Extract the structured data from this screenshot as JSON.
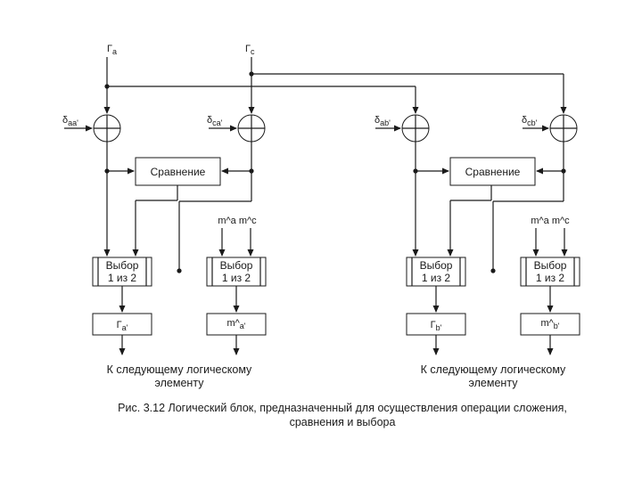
{
  "inputs": {
    "gamma_a": "Г",
    "gamma_a_sub": "a",
    "gamma_c": "Г",
    "gamma_c_sub": "c"
  },
  "left_block": {
    "delta1": "δ",
    "delta1_sub": "aa'",
    "delta2": "δ",
    "delta2_sub": "ca'",
    "compare_label": "Сравнение",
    "m_inputs": "m^a m^c",
    "select1_line1": "Выбор",
    "select1_line2": "1 из 2",
    "select2_line1": "Выбор",
    "select2_line2": "1 из 2",
    "out1": "Г",
    "out1_sub": "a'",
    "out2": "m^",
    "out2_sub": "a'",
    "next_line1": "К следующему логическому",
    "next_line2": "элементу"
  },
  "right_block": {
    "delta1": "δ",
    "delta1_sub": "ab'",
    "delta2": "δ",
    "delta2_sub": "cb'",
    "compare_label": "Сравнение",
    "m_inputs": "m^a m^c",
    "select1_line1": "Выбор",
    "select1_line2": "1 из 2",
    "select2_line1": "Выбор",
    "select2_line2": "1 из 2",
    "out1": "Г",
    "out1_sub": "b'",
    "out2": "m^",
    "out2_sub": "b'",
    "next_line1": "К следующему логическому",
    "next_line2": "элементу"
  },
  "caption": {
    "line1": "Рис. 3.12 Логический блок, предназначенный для осуществления операции сложения,",
    "line2": "сравнения и выбора"
  }
}
